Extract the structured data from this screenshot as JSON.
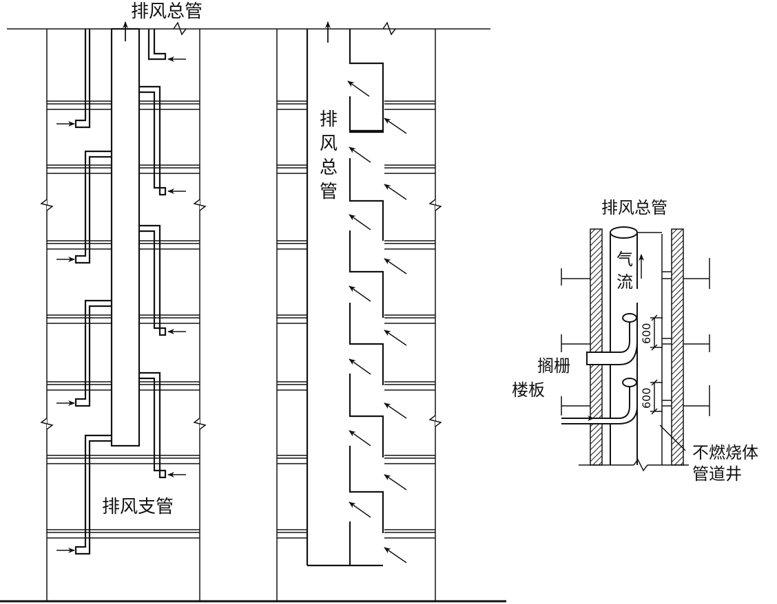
{
  "labels": {
    "main_duct_top": "排风总管",
    "main_duct_vertical": [
      "排",
      "风",
      "总",
      "管"
    ],
    "branch_duct": "排风支管",
    "main_duct_right": "排风总管",
    "airflow": [
      "气",
      "流"
    ],
    "joist": "搁栅",
    "floor_slab": "楼板",
    "noncombustible": "不燃烧体",
    "shaft": "管道井",
    "dim_upper": "600",
    "dim_lower": "600"
  }
}
